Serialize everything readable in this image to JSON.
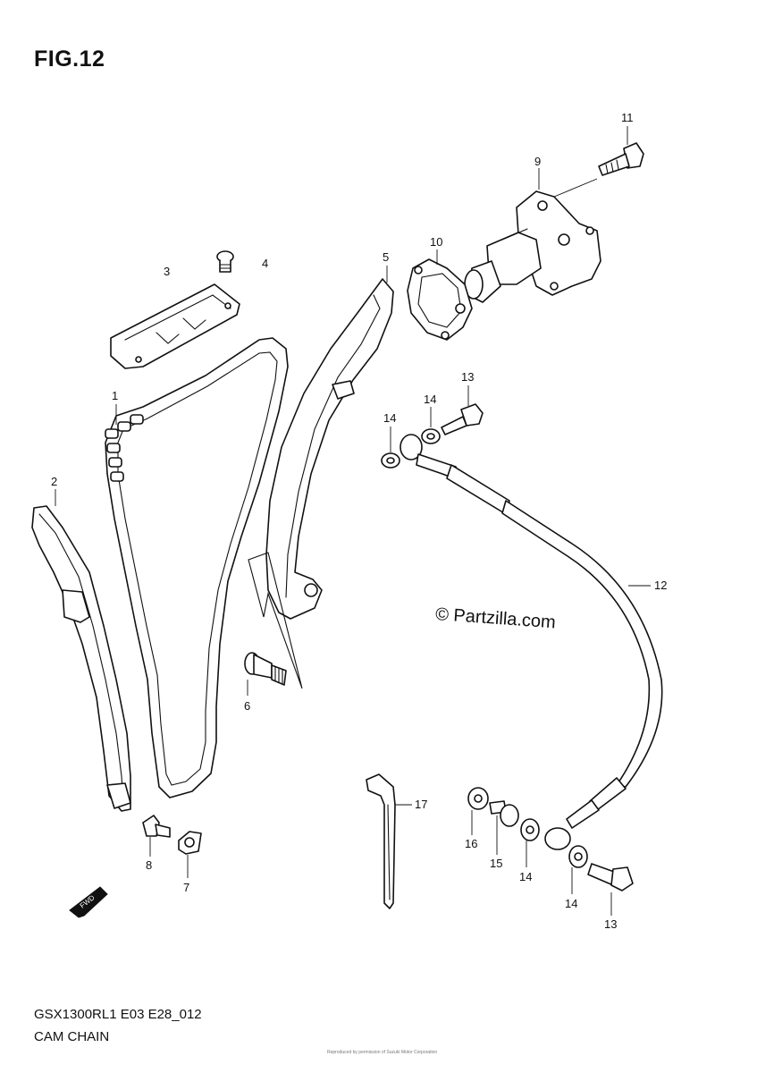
{
  "figure": {
    "title": "FIG.12",
    "code": "GSX1300RL1 E03 E28_012",
    "name": "CAM CHAIN",
    "watermark": "© Partzilla.com",
    "fine_print": "Reproduced by permission of Suzuki Motor Corporation"
  },
  "callouts": [
    {
      "id": "c1",
      "number": "1"
    },
    {
      "id": "c2",
      "number": "2"
    },
    {
      "id": "c3",
      "number": "3"
    },
    {
      "id": "c4",
      "number": "4"
    },
    {
      "id": "c5",
      "number": "5"
    },
    {
      "id": "c6",
      "number": "6"
    },
    {
      "id": "c7",
      "number": "7"
    },
    {
      "id": "c8",
      "number": "8"
    },
    {
      "id": "c9",
      "number": "9"
    },
    {
      "id": "c10",
      "number": "10"
    },
    {
      "id": "c11",
      "number": "11"
    },
    {
      "id": "c12",
      "number": "12"
    },
    {
      "id": "c13a",
      "number": "13"
    },
    {
      "id": "c13b",
      "number": "13"
    },
    {
      "id": "c14a",
      "number": "14"
    },
    {
      "id": "c14b",
      "number": "14"
    },
    {
      "id": "c14c",
      "number": "14"
    },
    {
      "id": "c14d",
      "number": "14"
    },
    {
      "id": "c15",
      "number": "15"
    },
    {
      "id": "c16",
      "number": "16"
    },
    {
      "id": "c17",
      "number": "17"
    }
  ],
  "icons": {
    "front_arrow": "front-direction-arrow-icon",
    "front_arrow_text": "FWD"
  }
}
